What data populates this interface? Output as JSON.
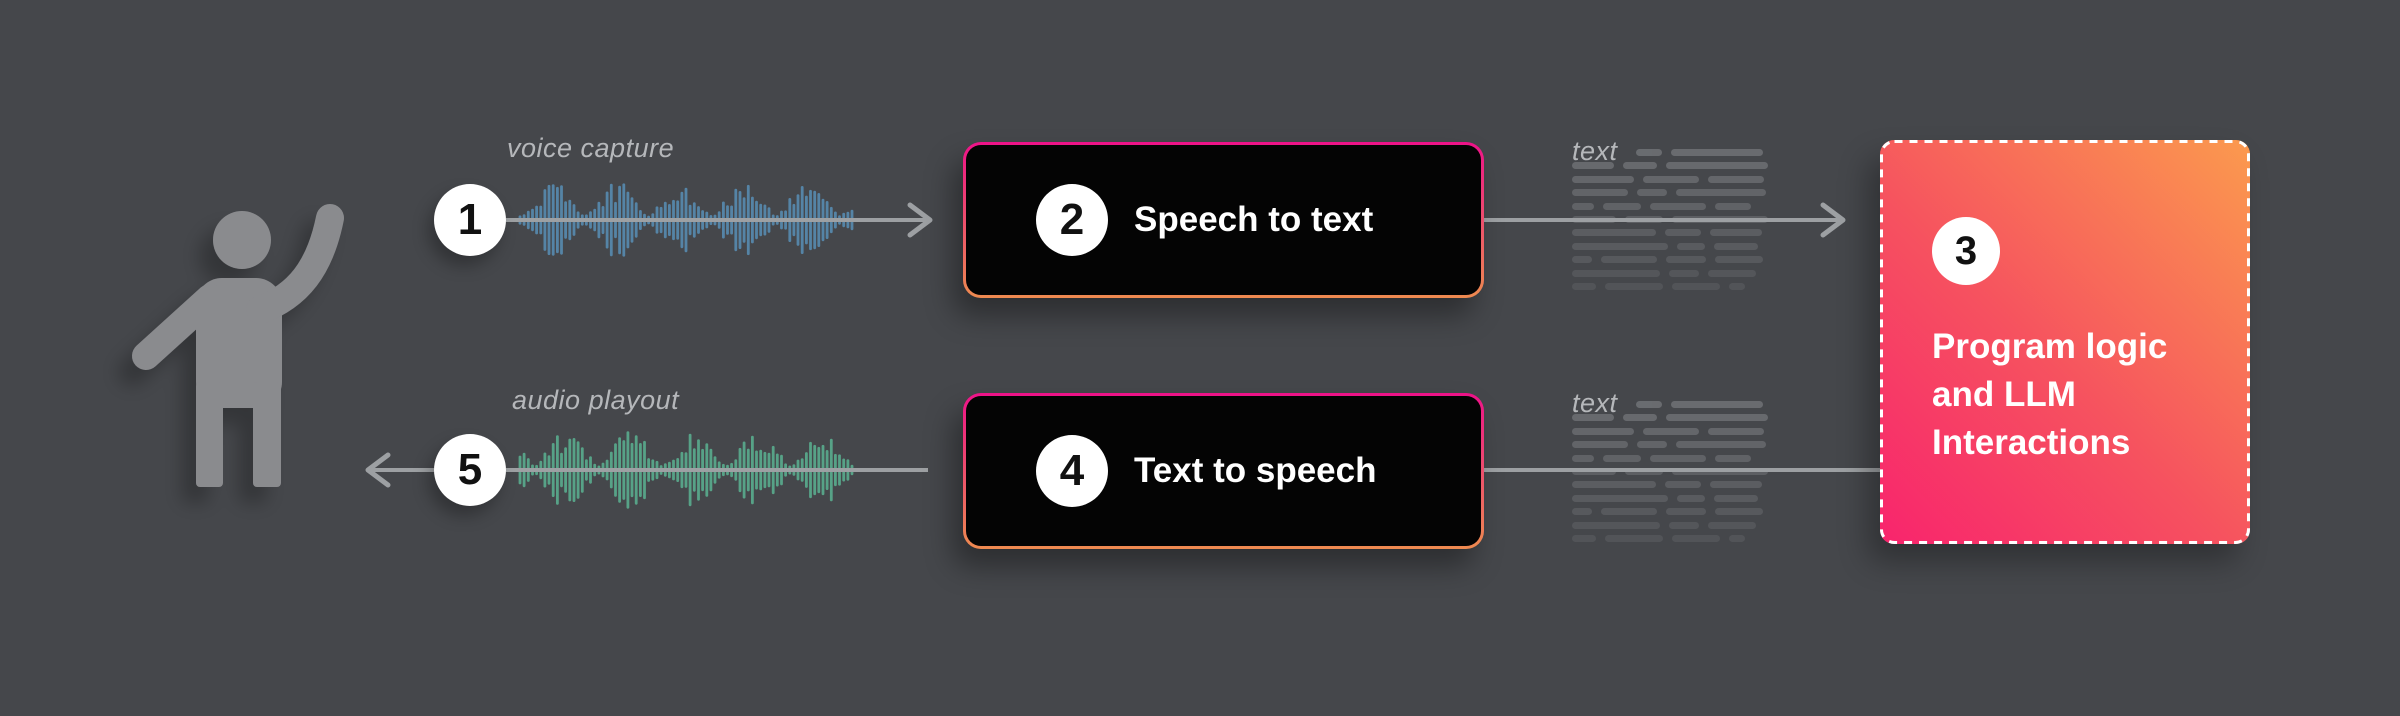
{
  "background": "#45474b",
  "line_color": "#9da0a3",
  "label_color": "#b5b7ba",
  "badge": {
    "bg": "#ffffff",
    "text_color": "#111111"
  },
  "node_box": {
    "bg": "#040404",
    "border_top": "#ee1289",
    "border_bottom": "#ee8a50",
    "text_color": "#ffffff"
  },
  "program_box": {
    "gradient_from": "#f8246d",
    "gradient_to": "#fb9a4e",
    "border": "#ffffff",
    "text_color": "#ffffff"
  },
  "person_color": "#8a8b8e",
  "text_row_color": "#8b8d91",
  "steps": {
    "voice_capture": {
      "number": "1",
      "label": "voice capture",
      "waveform_color": "#5584a6"
    },
    "speech_to_text": {
      "number": "2",
      "label": "Speech to text"
    },
    "program_logic": {
      "number": "3",
      "lines": [
        "Program logic",
        "and LLM",
        "Interactions"
      ]
    },
    "text_to_speech": {
      "number": "4",
      "label": "Text to speech"
    },
    "audio_playout": {
      "number": "5",
      "label": "audio playout",
      "waveform_color": "#57a287"
    }
  },
  "text_blocks": [
    {
      "label": "text"
    },
    {
      "label": "text"
    }
  ]
}
